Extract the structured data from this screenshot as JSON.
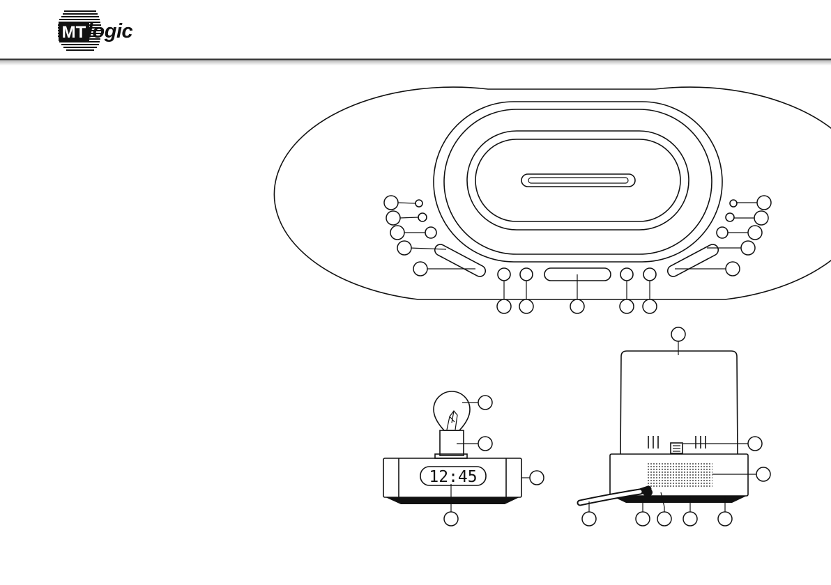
{
  "header": {
    "brand_badge": "MT",
    "brand_text": "logic"
  },
  "diagram": {
    "display_time": "12:45"
  },
  "colors": {
    "ink": "#111111",
    "paper": "#ffffff",
    "rule": "#222222"
  }
}
